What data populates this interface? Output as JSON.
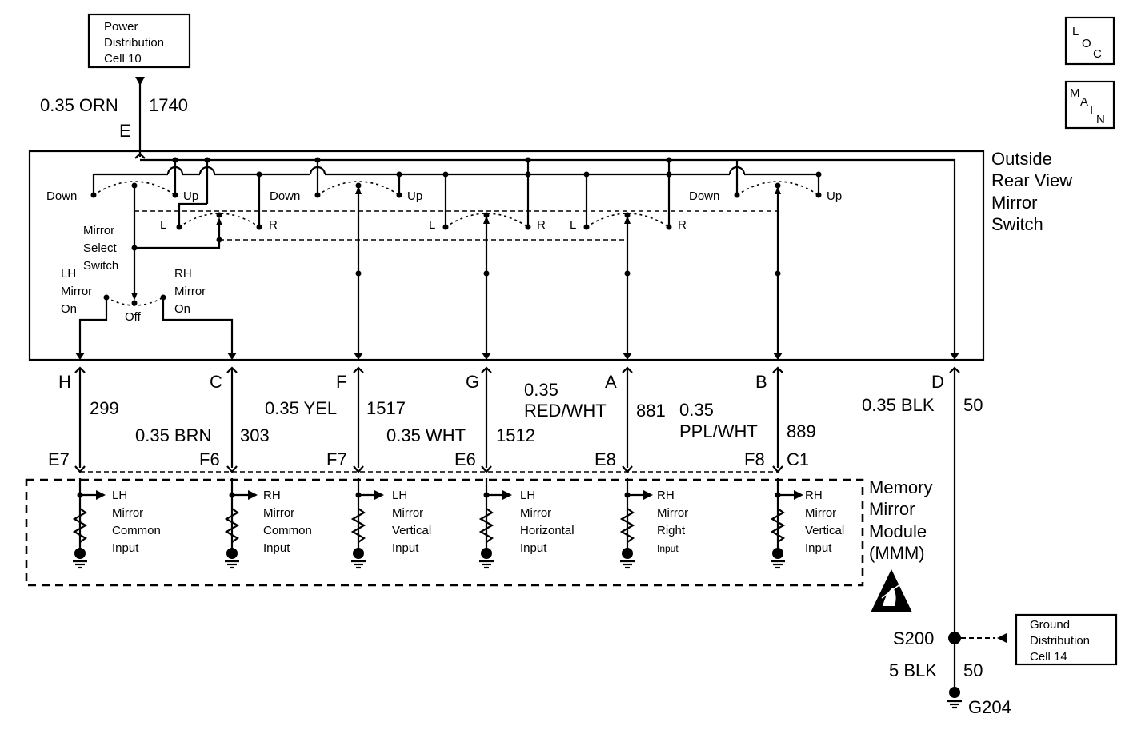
{
  "power_box": {
    "line1": "Power",
    "line2": "Distribution",
    "line3": "Cell 10"
  },
  "loc_icon": {
    "l1": "L",
    "l2": "O",
    "l3": "C"
  },
  "main_icon": {
    "l1": "M",
    "l2": "A",
    "l3": "I",
    "l4": "N"
  },
  "top_wire": {
    "size_color": "0.35 ORN",
    "circuit": "1740",
    "pin": "E"
  },
  "switch": {
    "title_l1": "Outside",
    "title_l2": "Rear View",
    "title_l3": "Mirror",
    "title_l4": "Switch",
    "down": "Down",
    "up": "Up",
    "left": "L",
    "right": "R",
    "select_l1": "Mirror",
    "select_l2": "Select",
    "select_l3": "Switch",
    "lh_l1": "LH",
    "lh_l2": "Mirror",
    "lh_l3": "On",
    "off": "Off",
    "rh_l1": "RH",
    "rh_l2": "Mirror",
    "rh_l3": "On"
  },
  "pins": [
    {
      "pin": "H",
      "circuit": "299",
      "wire": "",
      "mmm_pin": "E7"
    },
    {
      "pin": "C",
      "circuit": "303",
      "wire": "0.35 BRN",
      "mmm_pin": "F6"
    },
    {
      "pin": "F",
      "circuit": "1517",
      "wire": "0.35 YEL",
      "mmm_pin": "F7"
    },
    {
      "pin": "G",
      "circuit": "1512",
      "wire": "0.35 WHT",
      "mmm_pin": "E6"
    },
    {
      "pin": "A",
      "circuit": "881",
      "wire_l1": "0.35",
      "wire_l2": "RED/WHT",
      "mmm_pin": "E8"
    },
    {
      "pin": "B",
      "circuit": "889",
      "wire_l1": "0.35",
      "wire_l2": "PPL/WHT",
      "mmm_pin": "F8"
    },
    {
      "pin": "D",
      "circuit": "50",
      "wire": "0.35 BLK",
      "mmm_pin": "C1"
    }
  ],
  "mmm_inputs": [
    {
      "l1": "LH",
      "l2": "Mirror",
      "l3": "Common",
      "l4": "Input"
    },
    {
      "l1": "RH",
      "l2": "Mirror",
      "l3": "Common",
      "l4": "Input"
    },
    {
      "l1": "LH",
      "l2": "Mirror",
      "l3": "Vertical",
      "l4": "Input"
    },
    {
      "l1": "LH",
      "l2": "Mirror",
      "l3": "Horizontal",
      "l4": "Input"
    },
    {
      "l1": "RH",
      "l2": "Mirror",
      "l3": "Right",
      "l4": "Input"
    },
    {
      "l1": "RH",
      "l2": "Mirror",
      "l3": "Vertical",
      "l4": "Input"
    }
  ],
  "mmm": {
    "l1": "Memory",
    "l2": "Mirror",
    "l3": "Module",
    "l4": "(MMM)"
  },
  "ground": {
    "splice": "S200",
    "wire": "5 BLK",
    "circuit": "50",
    "ground_id": "G204"
  },
  "ground_box": {
    "line1": "Ground",
    "line2": "Distribution",
    "line3": "Cell 14"
  }
}
